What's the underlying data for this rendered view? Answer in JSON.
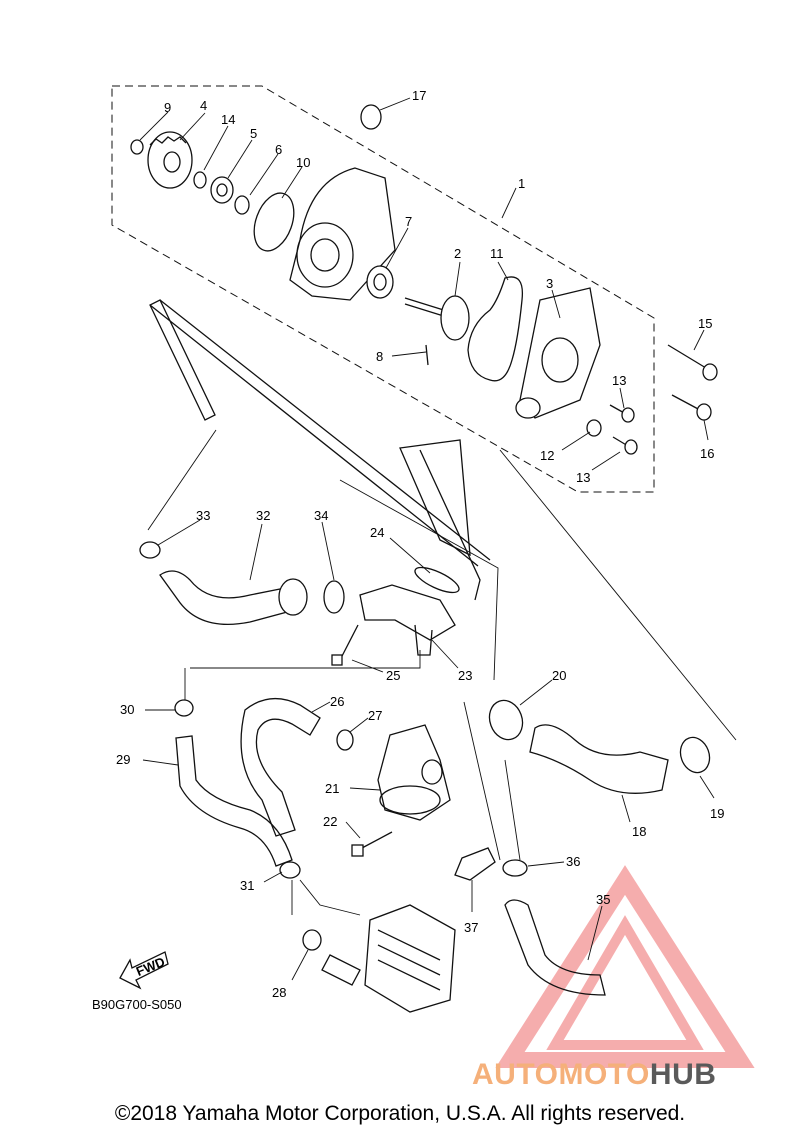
{
  "diagram": {
    "callouts": [
      "1",
      "2",
      "3",
      "4",
      "5",
      "6",
      "7",
      "8",
      "9",
      "10",
      "11",
      "12",
      "13",
      "13",
      "14",
      "15",
      "16",
      "17",
      "18",
      "19",
      "20",
      "21",
      "22",
      "23",
      "24",
      "25",
      "26",
      "27",
      "28",
      "29",
      "30",
      "31",
      "32",
      "33",
      "34",
      "35",
      "36",
      "37"
    ],
    "fwd_label": "FWD",
    "code": "B90G700-S050"
  },
  "watermark": {
    "part1": "AUTOMOTO",
    "part2": "HUB",
    "color_triangle": "#ee6b6b",
    "color_text1": "#f5b07a",
    "color_text2": "#5a5a5a"
  },
  "footer": {
    "copyright": "©2018 Yamaha Motor Corporation, U.S.A. All rights reserved."
  }
}
